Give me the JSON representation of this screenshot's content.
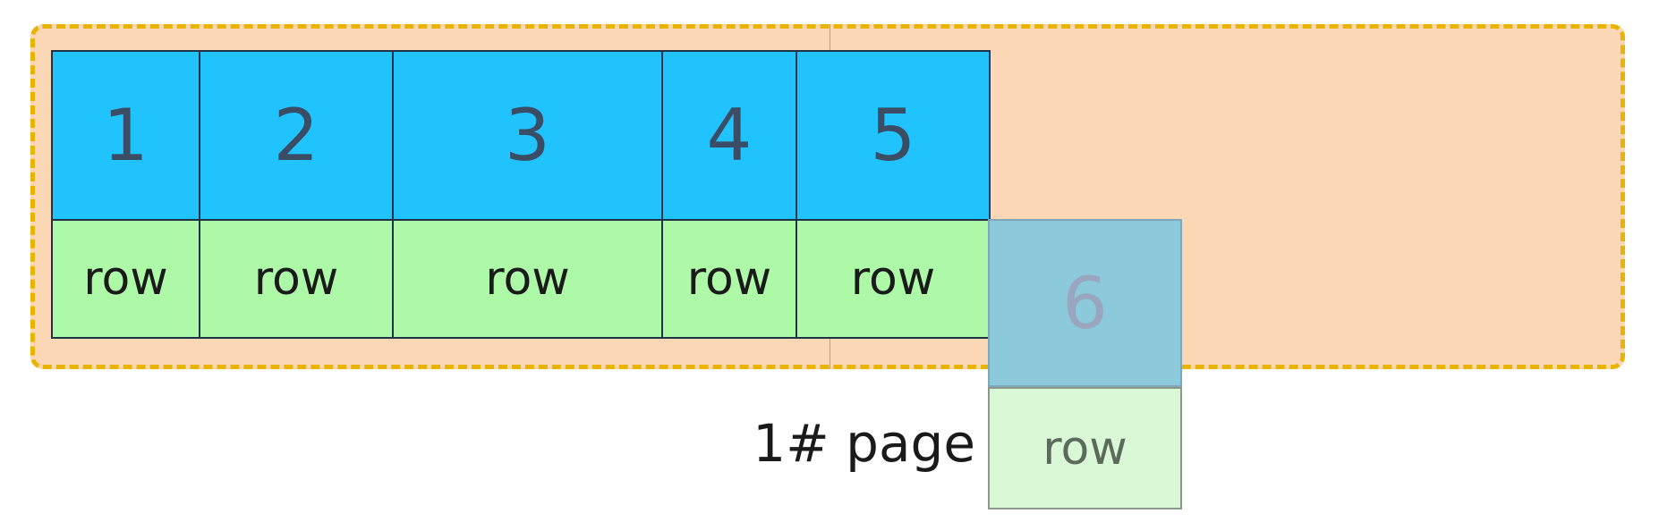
{
  "diagram": {
    "columns": [
      {
        "key": "1",
        "row": "row"
      },
      {
        "key": "2",
        "row": "row"
      },
      {
        "key": "3",
        "row": "row"
      },
      {
        "key": "4",
        "row": "row"
      },
      {
        "key": "5",
        "row": "row"
      }
    ],
    "overflow": {
      "key": "6",
      "row": "row"
    },
    "page_label": "1#  page"
  },
  "colors": {
    "page_fill": "#fcd7b6",
    "page_border": "#e8b400",
    "key_fill": "#21c3ff",
    "row_fill": "#adf9a7",
    "overflow_key_fill": "#8ccadb",
    "overflow_row_fill": "#daf8d6"
  }
}
